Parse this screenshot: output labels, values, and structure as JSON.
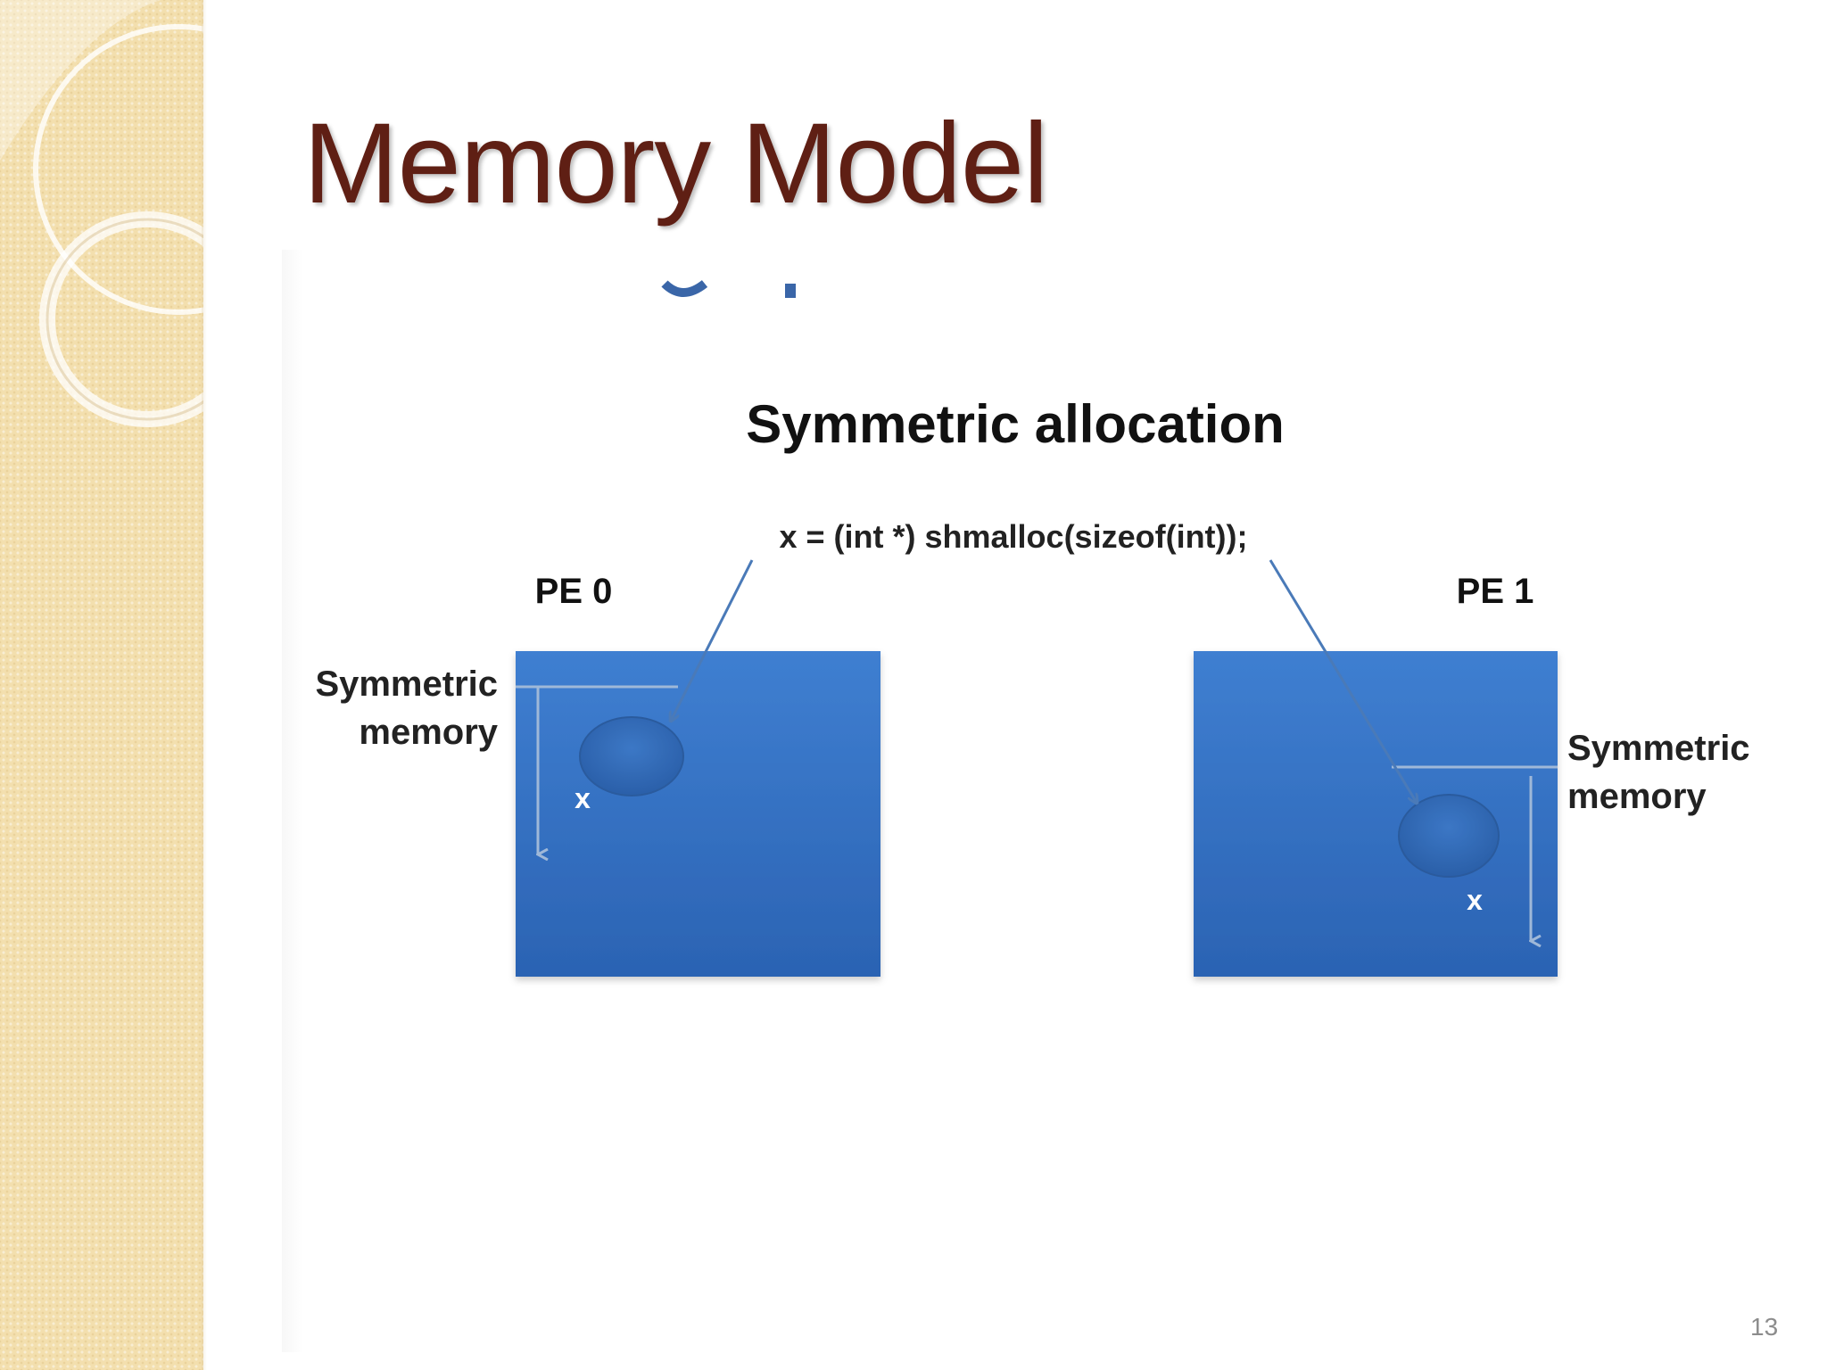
{
  "slide": {
    "title": "Memory Model",
    "page_number": "13"
  },
  "diagram": {
    "heading": "Symmetric allocation",
    "code": "x = (int *) shmalloc(sizeof(int));",
    "pe0": {
      "label": "PE 0",
      "region_label_line1": "Symmetric",
      "region_label_line2": "memory",
      "variable": "x"
    },
    "pe1": {
      "label": "PE 1",
      "region_label_line1": "Symmetric",
      "region_label_line2": "memory",
      "variable": "x"
    }
  },
  "colors": {
    "title": "#5f1f14",
    "box_top": "#3d7ccf",
    "box_bottom": "#2c65b5",
    "arrow": "#4a7ab8",
    "sidebar": "#f3dfae"
  }
}
